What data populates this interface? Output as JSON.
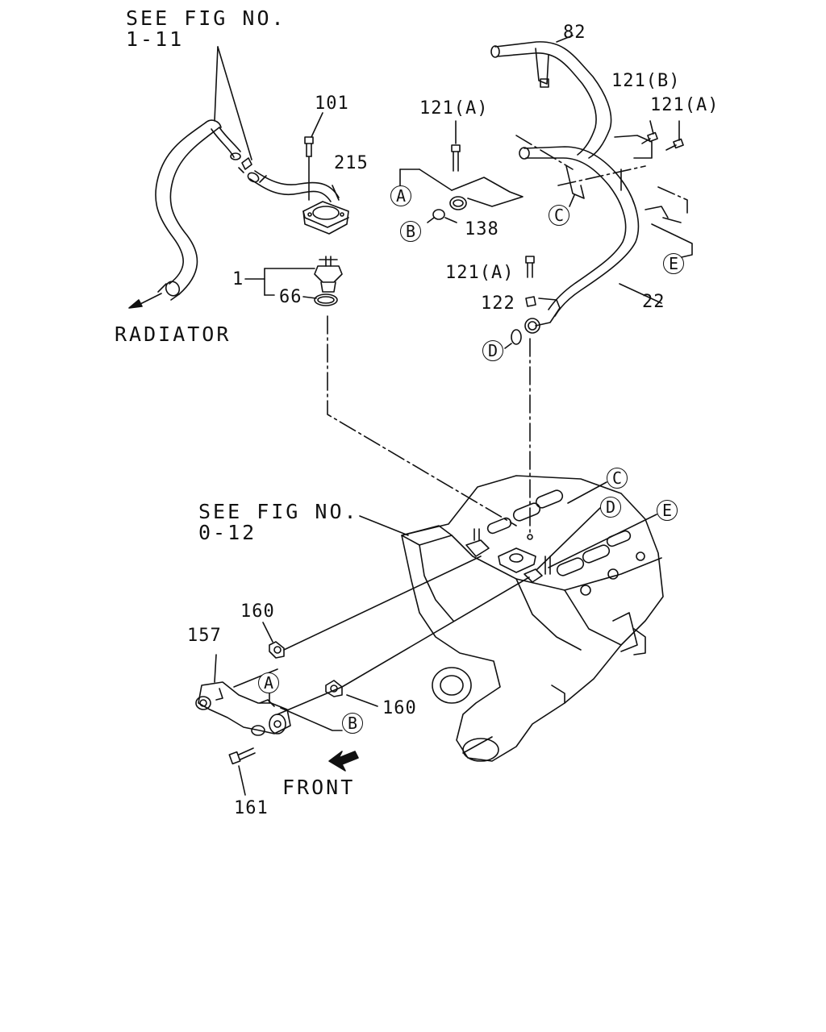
{
  "callouts": {
    "see_fig_top": "SEE FIG NO.",
    "see_fig_top_ref": "1-11",
    "radiator": "RADIATOR",
    "see_fig_engine": "SEE FIG NO.",
    "see_fig_engine_ref": "0-12",
    "front": "FRONT"
  },
  "part_numbers": {
    "p82": "82",
    "p101": "101",
    "p215": "215",
    "p121b": "121(B)",
    "p121a_left": "121(A)",
    "p121a_right": "121(A)",
    "p121a_mid": "121(A)",
    "p138": "138",
    "p1": "1",
    "p66": "66",
    "p122": "122",
    "p22": "22",
    "p160_upper": "160",
    "p160_lower": "160",
    "p157": "157",
    "p161": "161"
  },
  "ref_letters": {
    "a_top": "A",
    "b_top": "B",
    "c_top": "C",
    "d_top": "D",
    "e_top": "E",
    "c_engine": "C",
    "d_engine": "D",
    "e_engine": "E",
    "a_lower": "A",
    "b_lower": "B"
  }
}
